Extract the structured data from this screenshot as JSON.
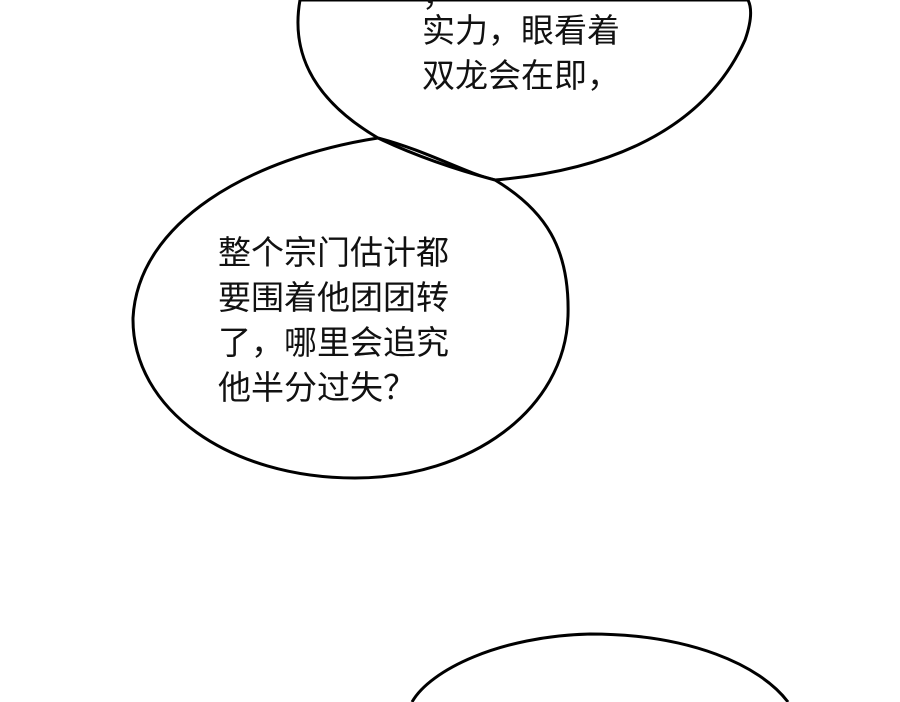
{
  "bubbles": [
    {
      "id": "top",
      "lines": [
        "实力，眼看着",
        "双龙会在即，"
      ],
      "clipped_line": "，"
    },
    {
      "id": "middle",
      "lines": [
        "整个宗门估计都",
        "要围着他团团转",
        "了，哪里会追究",
        "他半分过失？"
      ]
    },
    {
      "id": "bottom",
      "lines": []
    }
  ],
  "colors": {
    "background": "#ffffff",
    "outline": "#000000",
    "text": "#111111"
  }
}
